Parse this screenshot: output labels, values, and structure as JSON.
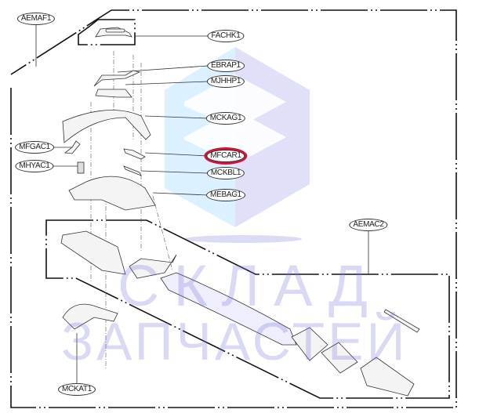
{
  "diagram": {
    "labels": {
      "aemaf1": "AEMAF1",
      "fachk1": "FACHK1",
      "ebrap1": "EBRAP1",
      "mjhhp1": "MJHHP1",
      "mckag1": "MCKAG1",
      "mfgac1": "MFGAC1",
      "mhyac1": "MHYAC1",
      "mfcar1": "MFCAR1",
      "mckbl1": "MCKBL1",
      "mebag1": "MEBAG1",
      "aemac2": "AEMAC2",
      "mckat1": "MCKAT1"
    },
    "highlighted": "MFCAR1",
    "highlight_color": "#d0143a"
  },
  "watermark": {
    "line1": "СКЛАД",
    "line2": "ЗАПЧАСТЕЙ",
    "color": "#7878dc"
  }
}
